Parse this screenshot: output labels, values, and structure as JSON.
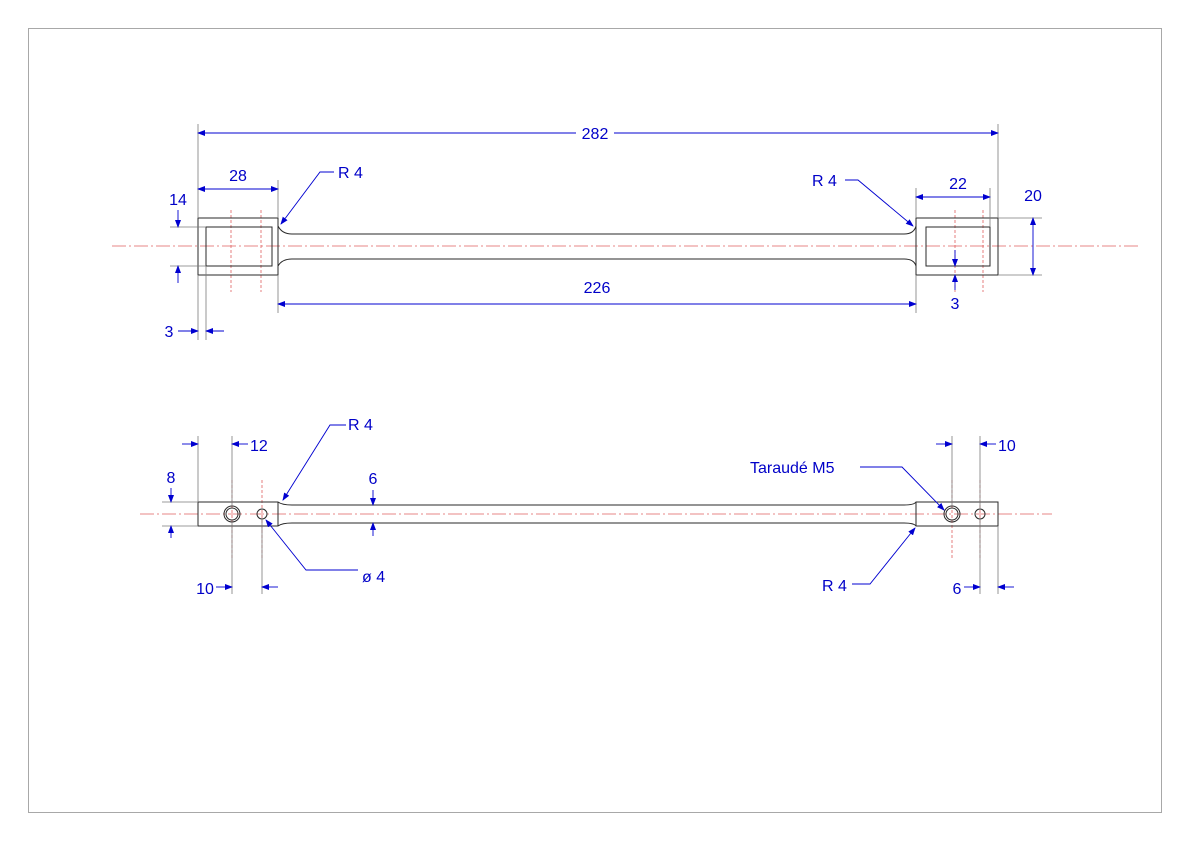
{
  "colors": {
    "dimension": "#0000c8",
    "centerline": "#e06060",
    "part": "#2a2a2a",
    "frame": "#a8a8a8"
  },
  "top_view": {
    "overall_length": "282",
    "left_end_width": "28",
    "left_radius": "R 4",
    "right_radius": "R 4",
    "right_end_width": "22",
    "slot_14": "14",
    "height_20": "20",
    "body_length": "226",
    "wall_left": "3",
    "wall_right": "3"
  },
  "front_view": {
    "left_radius": "R 4",
    "hole_spacing_12": "12",
    "right_offset_10": "10",
    "height_8": "8",
    "thickness_6": "6",
    "tapped_label": "Taraudé M5",
    "hole_diameter": "ø 4",
    "left_offset_10": "10",
    "right_radius": "R 4",
    "right_offset_6": "6"
  }
}
